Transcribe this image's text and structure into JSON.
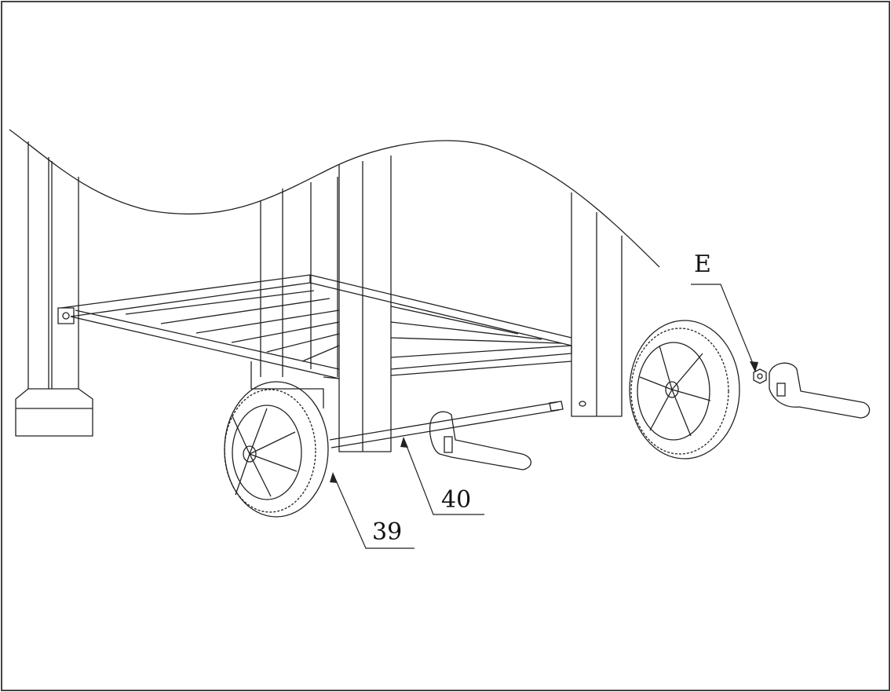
{
  "callouts": {
    "e": "E",
    "part_40": "40",
    "part_39": "39"
  },
  "colors": {
    "line": "#222222",
    "background": "#ffffff",
    "border": "#444444"
  }
}
